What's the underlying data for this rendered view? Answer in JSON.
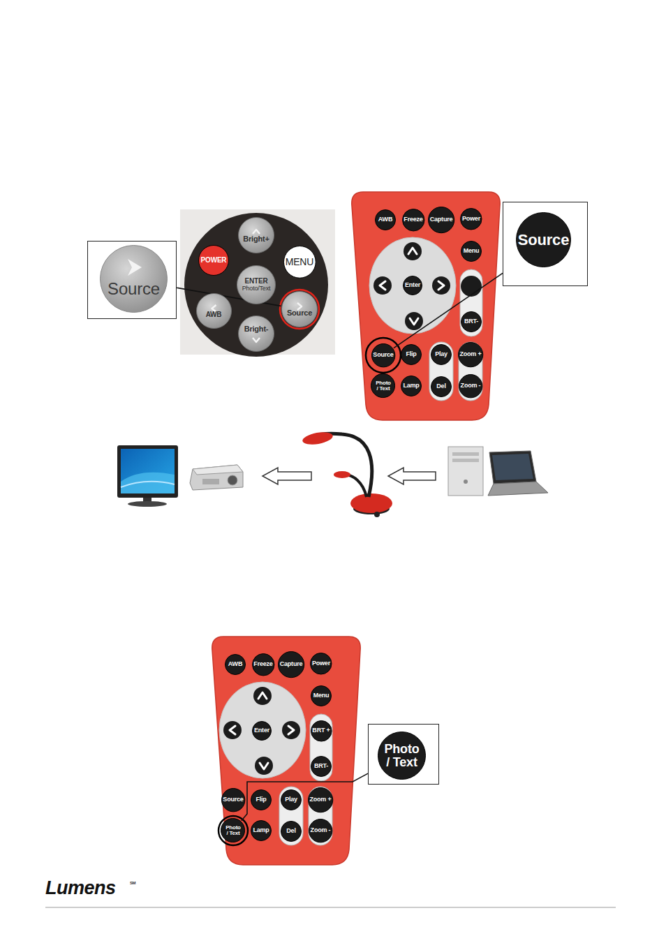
{
  "diagram": {
    "nodes": [
      {
        "text": [
          "Source"
        ]
      },
      {
        "text": [
          "Bright+"
        ]
      },
      {
        "text": [
          "POWER"
        ]
      },
      {
        "text": [
          "MENU"
        ]
      },
      {
        "text": [
          "ENTER",
          "Photo/Text"
        ]
      },
      {
        "text": [
          "AWB"
        ]
      },
      {
        "text": [
          "Source"
        ]
      },
      {
        "text": [
          "Bright-"
        ]
      },
      {
        "text": [
          "Source"
        ]
      },
      {
        "text": [
          "AWB"
        ]
      },
      {
        "text": [
          "Freeze"
        ]
      },
      {
        "text": [
          "Capture"
        ]
      },
      {
        "text": [
          "Power"
        ]
      },
      {
        "text": [
          "Menu"
        ]
      },
      {
        "text": [
          "Enter"
        ]
      },
      {
        "text": [
          "BRT-"
        ]
      },
      {
        "text": [
          "Source"
        ]
      },
      {
        "text": [
          "Flip"
        ]
      },
      {
        "text": [
          "Play"
        ]
      },
      {
        "text": [
          "Zoom +"
        ]
      },
      {
        "text": [
          "Photo / Text"
        ]
      },
      {
        "text": [
          "Lamp"
        ]
      },
      {
        "text": [
          "Del"
        ]
      },
      {
        "text": [
          "Zoom -"
        ]
      },
      {
        "text": [
          "AWB"
        ]
      },
      {
        "text": [
          "Freeze"
        ]
      },
      {
        "text": [
          "Capture"
        ]
      },
      {
        "text": [
          "Power"
        ]
      },
      {
        "text": [
          "Menu"
        ]
      },
      {
        "text": [
          "Enter"
        ]
      },
      {
        "text": [
          "BRT +"
        ]
      },
      {
        "text": [
          "BRT-"
        ]
      },
      {
        "text": [
          "Source"
        ]
      },
      {
        "text": [
          "Flip"
        ]
      },
      {
        "text": [
          "Play"
        ]
      },
      {
        "text": [
          "Zoom +"
        ]
      },
      {
        "text": [
          "Photo / Text"
        ]
      },
      {
        "text": [
          "Lamp"
        ]
      },
      {
        "text": [
          "Del"
        ]
      },
      {
        "text": [
          "Zoom -"
        ]
      },
      {
        "text": [
          "Photo / Text"
        ]
      }
    ],
    "edges": [
      {
        "from": 0,
        "to": 6,
        "arrow": "none"
      },
      {
        "from": 8,
        "to": 16,
        "arrow": "none"
      },
      {
        "from": 40,
        "to": 36,
        "arrow": "none"
      }
    ],
    "labels": [
      "Lumens",
      "SM"
    ]
  }
}
